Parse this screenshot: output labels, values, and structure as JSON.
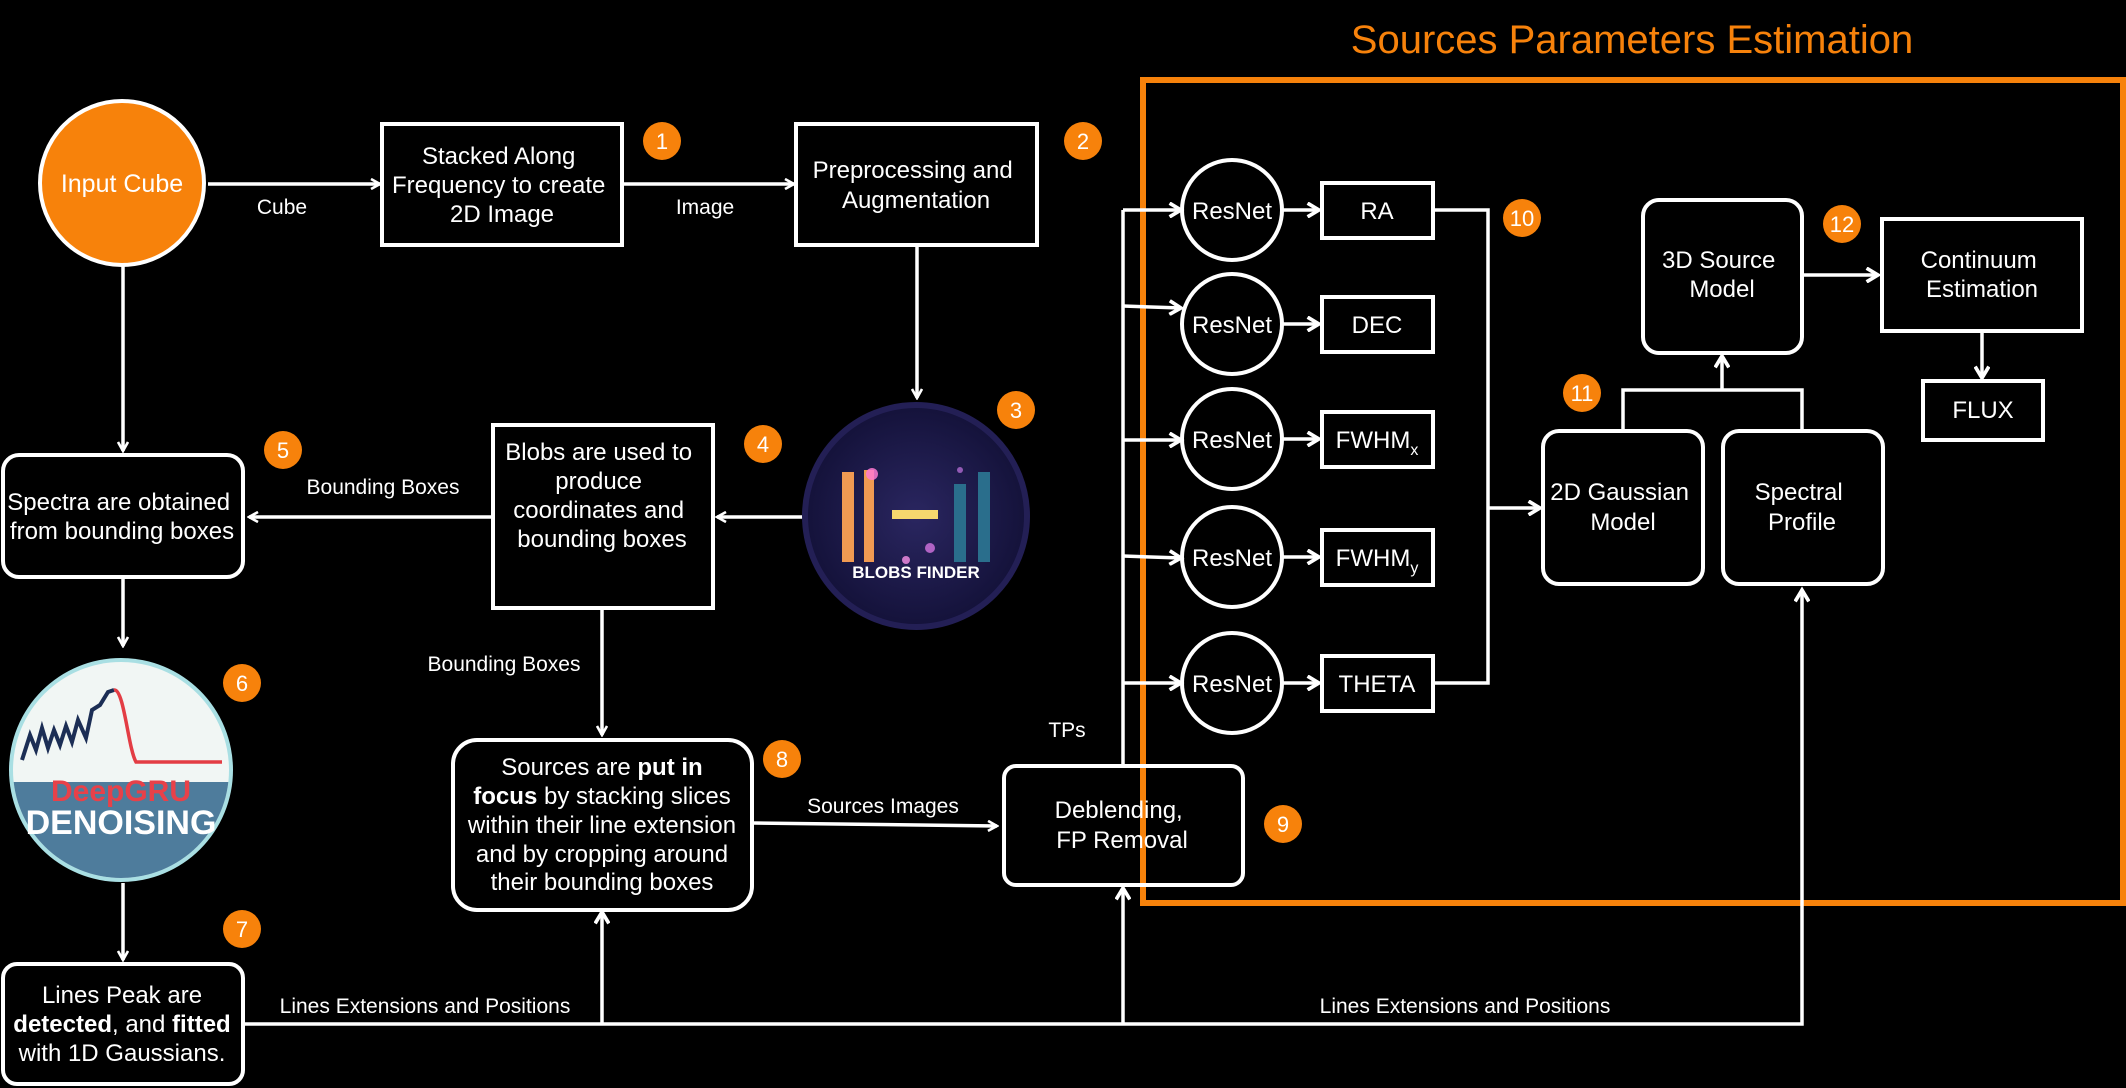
{
  "title": "Sources Parameters Estimation",
  "colors": {
    "accent": "#f7820b",
    "background": "#000000",
    "stroke": "#ffffff"
  },
  "nodes": {
    "input_cube": "Input Cube",
    "stacked": [
      "Stacked Along",
      "Frequency to create",
      "2D Image"
    ],
    "preprocessing": [
      "Preprocessing and",
      "Augmentation"
    ],
    "blobs_boxes": [
      "Blobs are used to",
      "produce",
      "coordinates and",
      "bounding boxes"
    ],
    "spectra": [
      "Spectra are obtained",
      "from bounding boxes"
    ],
    "deepgru_logo": {
      "top": "DeepGRU",
      "bottom": "DENOISING"
    },
    "blobs_logo": "BLOBS FINDER",
    "lines_peak": {
      "l1": "Lines Peak  are",
      "l2a": "detected",
      "l2b": ", and ",
      "l2c": "fitted",
      "l3": "with 1D Gaussians."
    },
    "sources_focus": {
      "l1a": "Sources are ",
      "l1b": "put in",
      "l2a": "focus",
      "l2b": " by stacking slices",
      "l3": "within their line extension",
      "l4": "and by cropping around",
      "l5": "their bounding boxes"
    },
    "deblending": [
      "Deblending,",
      "FP Removal"
    ],
    "resnet": "ResNet",
    "params": {
      "ra": "RA",
      "dec": "DEC",
      "fwhm": "FWHM",
      "fwhm_x_sub": "x",
      "fwhm_y_sub": "y",
      "theta": "THETA"
    },
    "gaussian2d": [
      "2D Gaussian",
      "Model"
    ],
    "spectral_profile": [
      "Spectral",
      "Profile"
    ],
    "source3d": [
      "3D Source",
      "Model"
    ],
    "continuum": [
      "Continuum",
      "Estimation"
    ],
    "flux": "FLUX"
  },
  "edge_labels": {
    "cube": "Cube",
    "image": "Image",
    "bounding_boxes_1": "Bounding Boxes",
    "bounding_boxes_2": "Bounding Boxes",
    "sources_images": "Sources Images",
    "tps": "TPs",
    "lines_ext_1": "Lines Extensions and Positions",
    "lines_ext_2": "Lines Extensions and Positions"
  },
  "badges": [
    "1",
    "2",
    "3",
    "4",
    "5",
    "6",
    "7",
    "8",
    "9",
    "10",
    "11",
    "12"
  ],
  "icons": {
    "blobs_logo": "blobs-finder-logo-icon",
    "deepgru_logo": "deepgru-denoising-logo-icon",
    "arrow": "arrow-head-icon"
  }
}
